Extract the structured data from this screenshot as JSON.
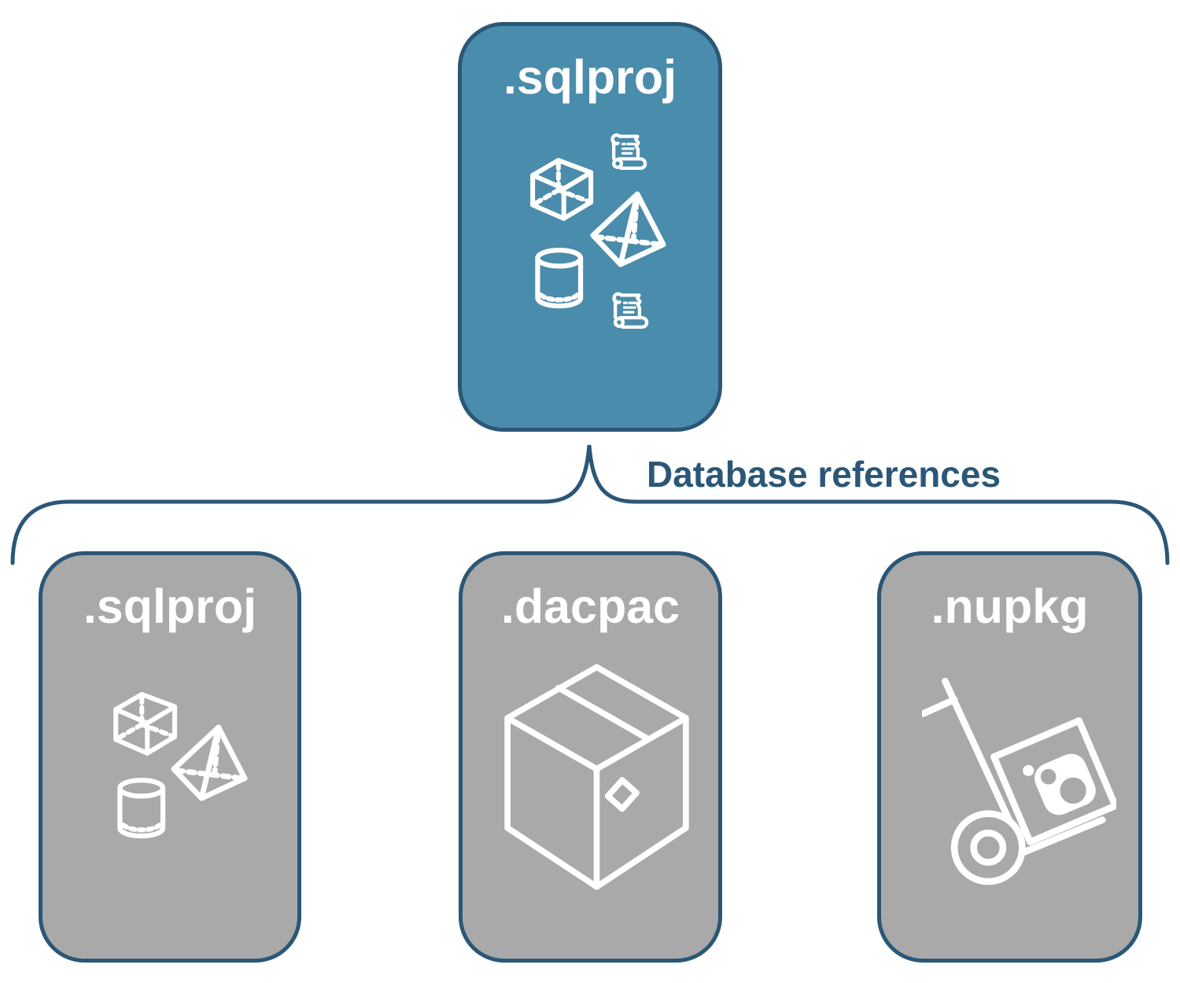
{
  "diagram": {
    "title": "SQL project database references diagram",
    "root_card": {
      "label": ".sqlproj",
      "icons": [
        "cube-icon",
        "script-scroll-icon",
        "pyramid-icon",
        "cylinder-icon",
        "script-scroll-icon"
      ]
    },
    "connector": {
      "label": "Database references",
      "shape": "horizontal-curly-brace"
    },
    "child_cards": [
      {
        "label": ".sqlproj",
        "icons": [
          "cube-icon",
          "pyramid-icon",
          "cylinder-icon"
        ]
      },
      {
        "label": ".dacpac",
        "icons": [
          "package-box-icon"
        ]
      },
      {
        "label": ".nupkg",
        "icons": [
          "hand-truck-package-icon"
        ]
      }
    ],
    "colors": {
      "root_card_fill": "#4a8cab",
      "child_card_fill": "#a9a9a9",
      "outline_navy": "#2b5777",
      "icon_white": "#ffffff",
      "background": "#ffffff"
    }
  }
}
